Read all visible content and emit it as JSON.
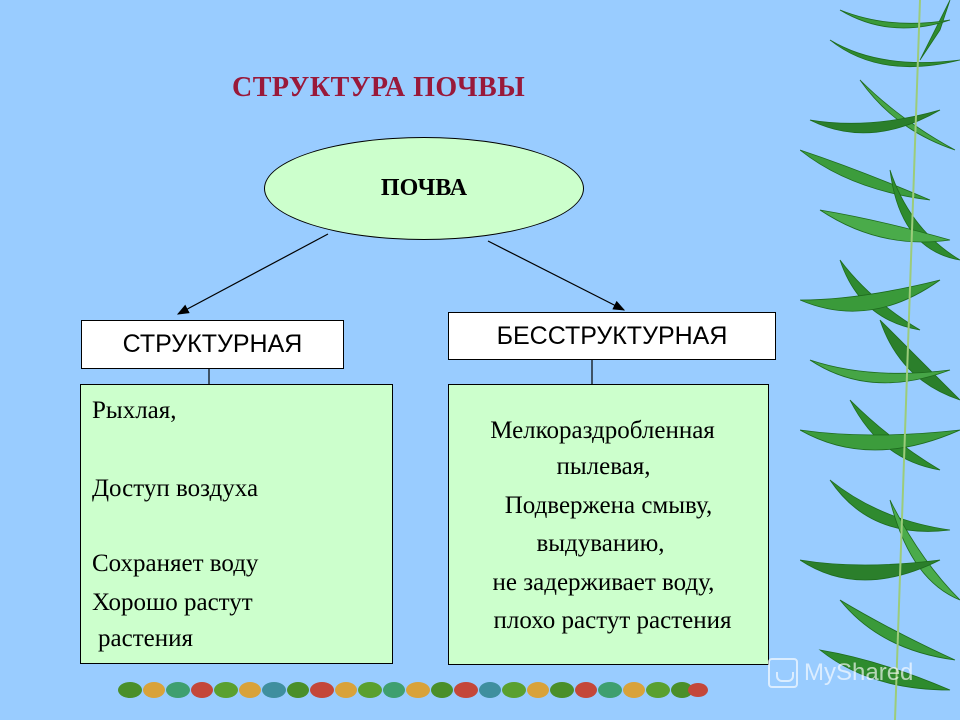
{
  "title": "СТРУКТУРА ПОЧВЫ",
  "root": "ПОЧВА",
  "left": {
    "header": "СТРУКТУРНАЯ",
    "lines": [
      "Рыхлая,",
      "Доступ воздуха",
      "Сохраняет воду",
      "Хорошо растут",
      "растения"
    ]
  },
  "right": {
    "header": "БЕССТРУКТУРНАЯ",
    "lines": [
      "Мелкораздробленная",
      "пылевая,",
      "Подвержена смыву,",
      "выдуванию,",
      "не задерживает воду,",
      "плохо растут растения"
    ]
  },
  "watermark": "MyShared",
  "colors": {
    "background": "#99ccff",
    "title": "#99193a",
    "node_fill": "#ccffcc",
    "header_fill": "#ffffff"
  }
}
